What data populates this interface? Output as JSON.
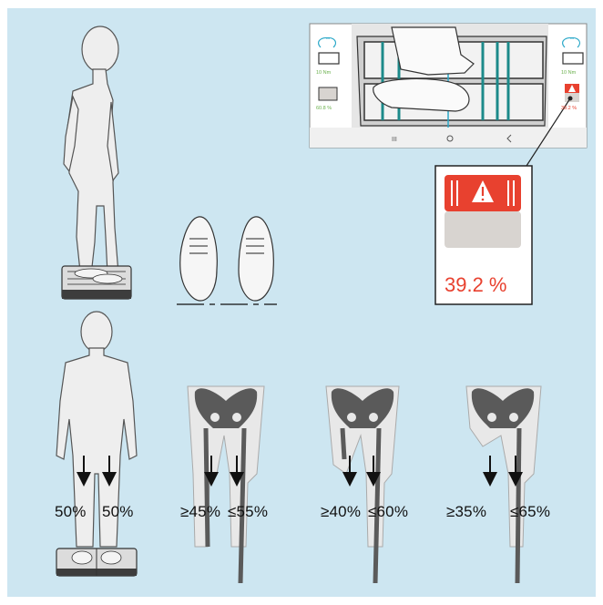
{
  "tablet": {
    "left_torque": "10 Nm",
    "right_torque": "10 Nm",
    "left_load": "60.8 %",
    "right_load": "39.2 %",
    "nav": [
      "III",
      "O",
      "<"
    ]
  },
  "alert_card": {
    "percent": "39.2 %",
    "warning_color": "#e8412f"
  },
  "load_distribution": [
    {
      "left": "50%",
      "right": "50%"
    },
    {
      "left": "≥45%",
      "right": "≤55%"
    },
    {
      "left": "≥40%",
      "right": "≤60%"
    },
    {
      "left": "≥35%",
      "right": "≤65%"
    }
  ],
  "icons": [
    "standing-person-icon",
    "shoes-icon",
    "force-plate-icon",
    "warning-triangle-icon",
    "rotate-icon",
    "pelvis-skeleton-icon",
    "down-arrow-icon"
  ]
}
